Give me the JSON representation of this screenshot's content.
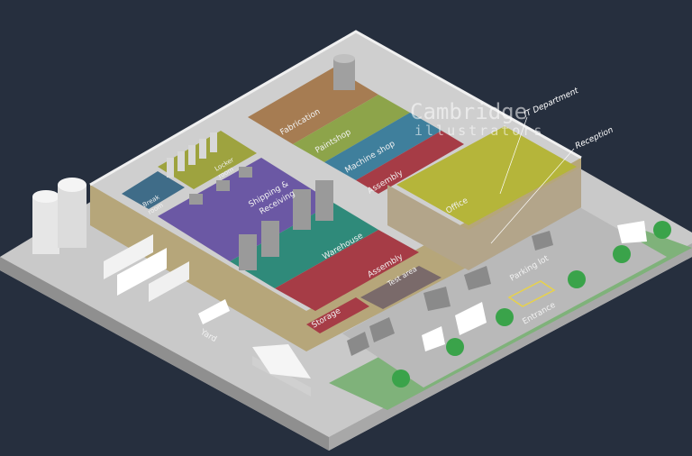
{
  "watermark": {
    "line1": "Cambridge",
    "line2": "illustrators"
  },
  "rooms": {
    "fabrication": "Fabrication",
    "paintshop": "Paintshop",
    "machine_shop": "Machine shop",
    "assembly_upper": "Assembly",
    "office": "Office",
    "locker_room_1": "Locker",
    "locker_room_2": "room",
    "break_room_1": "Break",
    "break_room_2": "room",
    "shipping_1": "Shipping &",
    "shipping_2": "Receiving",
    "warehouse": "Warehouse",
    "assembly_lower": "Assembly",
    "test_area": "Test area",
    "storage": "Storage"
  },
  "callouts": {
    "it_department": "IT Department",
    "reception": "Reception"
  },
  "outdoor": {
    "yard": "Yard",
    "parking_lot": "Parking lot",
    "entrance": "Entrance"
  },
  "colors": {
    "background": "#262f3e",
    "fabrication": "#a67c52",
    "paintshop": "#8da44a",
    "machine_shop": "#3f7f9c",
    "assembly": "#a63c46",
    "office": "#b5b53a",
    "shipping": "#6b58a4",
    "warehouse": "#2f8a7a",
    "locker": "#9ea33f",
    "break": "#3f6c88"
  }
}
